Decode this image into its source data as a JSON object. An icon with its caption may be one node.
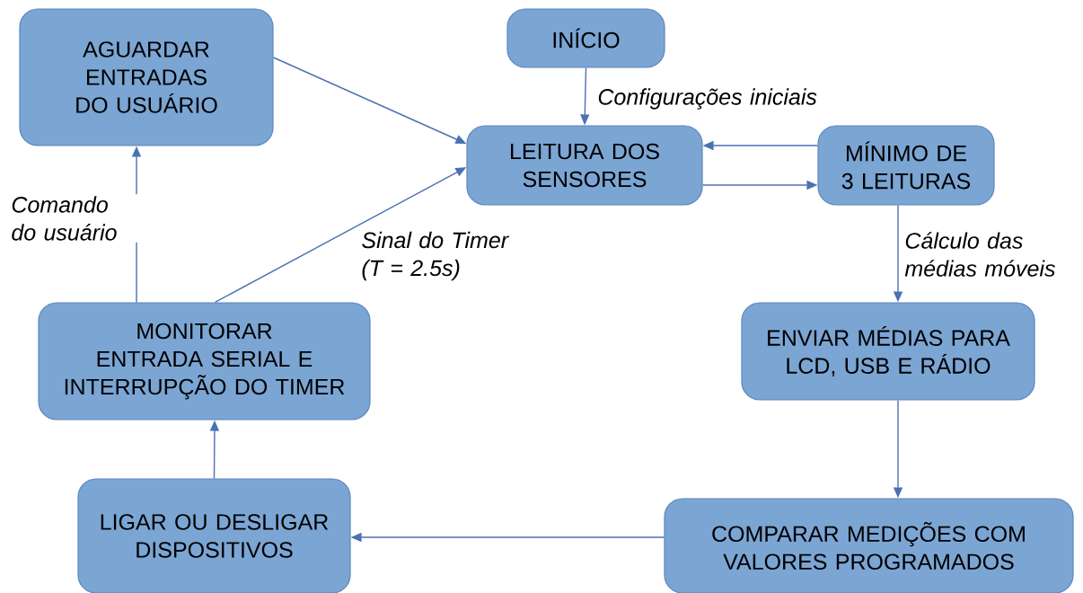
{
  "diagram": {
    "nodes": [
      {
        "text": [
          "AGUARDAR ENTRADAS DO USUÁRIO"
        ]
      },
      {
        "text": [
          "INÍCIO"
        ]
      },
      {
        "text": [
          "LEITURA DOS SENSORES"
        ]
      },
      {
        "text": [
          "MÍNIMO DE 3 LEITURAS"
        ]
      },
      {
        "text": [
          "MONITORAR ENTRADA SERIAL E INTERRUPÇÃO DO TIMER"
        ]
      },
      {
        "text": [
          "ENVIAR MÉDIAS PARA LCD, USB E RÁDIO"
        ]
      },
      {
        "text": [
          "LIGAR OU DESLIGAR DISPOSITIVOS"
        ]
      },
      {
        "text": [
          "COMPARAR MEDIÇÕES COM VALORES PROGRAMADOS"
        ]
      }
    ],
    "edges": [
      {
        "from": 1,
        "to": 2,
        "arrow": "to",
        "label": "Configurações iniciais"
      },
      {
        "from": 0,
        "to": 2,
        "arrow": "to"
      },
      {
        "from": 4,
        "to": 2,
        "arrow": "to",
        "label": "Sinal do Timer (T = 2.5s)"
      },
      {
        "from": 3,
        "to": 2,
        "arrow": "to"
      },
      {
        "from": 2,
        "to": 3,
        "arrow": "to"
      },
      {
        "from": 3,
        "to": 5,
        "arrow": "to",
        "label": "Cálculo das médias móveis"
      },
      {
        "from": 5,
        "to": 7,
        "arrow": "to"
      },
      {
        "from": 7,
        "to": 6,
        "arrow": "to"
      },
      {
        "from": 6,
        "to": 4,
        "arrow": "to"
      },
      {
        "from": 4,
        "to": 0,
        "arrow": "to",
        "label": "Comando do usuário"
      }
    ]
  }
}
